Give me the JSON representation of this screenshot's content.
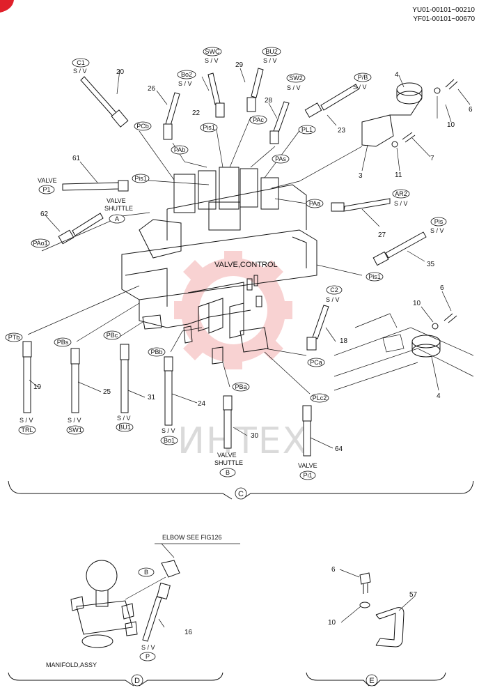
{
  "header": {
    "serial_1": "YU01-00101~00210",
    "serial_2": "YF01-00101~00670"
  },
  "watermark": "ИНТЕХ",
  "section_c": {
    "title": "VALVE,CONTROL",
    "section_label": "C",
    "part_numbers": {
      "p3": "3",
      "p4a": "4",
      "p4b": "4",
      "p6a": "6",
      "p6b": "6",
      "p7": "7",
      "p10a": "10",
      "p10b": "10",
      "p11": "11",
      "p18": "18",
      "p19": "19",
      "p20": "20",
      "p22": "22",
      "p23": "23",
      "p24": "24",
      "p25": "25",
      "p26": "26",
      "p27": "27",
      "p28": "28",
      "p29": "29",
      "p30": "30",
      "p31": "31",
      "p35": "35",
      "p61": "61",
      "p62": "62",
      "p64": "64"
    },
    "tags": {
      "c1": "C1",
      "swc": "SWC",
      "bu2": "BU2",
      "bo2": "Bo2",
      "sw2": "SW2",
      "pb": "P/B",
      "pcb": "PCb",
      "pab": "PAb",
      "pis1_top": "Pis1",
      "pac": "PAc",
      "pas": "PAs",
      "pl1": "PL1",
      "pis1_left": "Pis1",
      "pao1": "PAo1",
      "paa": "PAa",
      "ar2": "AR2",
      "pis": "Pis",
      "pis1_right": "Pis1",
      "c2": "C2",
      "ptb": "PTb",
      "pbs": "PBs",
      "pbc": "PBc",
      "pbb": "PBb",
      "pba": "PBa",
      "pca": "PCa",
      "plc2": "PLc2",
      "trl": "TRL",
      "sw1": "SW1",
      "bu1": "BU1",
      "bo1": "Bo1",
      "pi1": "Pi1",
      "a": "A",
      "b": "B",
      "p1": "P1"
    },
    "sv": "S / V",
    "valve": "VALVE",
    "valve_shuttle_1": "VALVE",
    "valve_shuttle_2": "SHUTTLE"
  },
  "section_d": {
    "section_label": "D",
    "elbow_note": "ELBOW SEE FIG126",
    "manifold_label": "MANIFOLD,ASSY",
    "tag_b": "B",
    "tag_p": "P",
    "sv": "S / V",
    "p16": "16"
  },
  "section_e": {
    "section_label": "E",
    "p6": "6",
    "p10": "10",
    "p57": "57"
  },
  "colors": {
    "ink": "#111111",
    "watermark_gear": "#f3a6a6",
    "corner_mark": "#e0202a"
  }
}
